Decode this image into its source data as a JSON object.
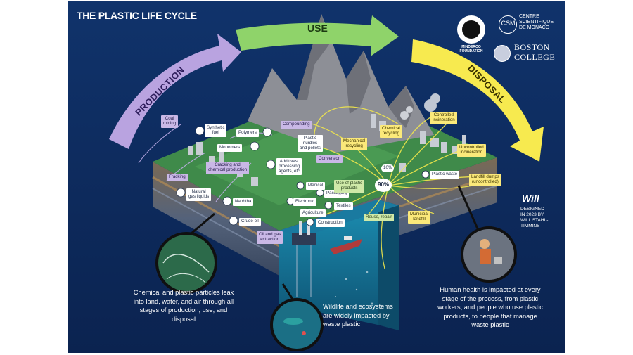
{
  "title": "THE PLASTIC LIFE CYCLE",
  "stages": {
    "production": "PRODUCTION",
    "use": "USE",
    "disposal": "DISPOSAL"
  },
  "logos": {
    "minderoo": "MINDEROO FOUNDATION",
    "csm_abbr": "CSM",
    "csm_name_1": "CENTRE",
    "csm_name_2": "SCIENTIFIQUE",
    "csm_name_3": "DE MONACO",
    "boston_1": "BOSTON",
    "boston_2": "COLLEGE"
  },
  "credit": {
    "signature": "Will",
    "line1": "DESIGNED",
    "line2": "IN 2023 BY",
    "line3": "WILL STAHL-",
    "line4": "TIMMINS"
  },
  "labels": {
    "coal_mining": [
      "Coal",
      "mining"
    ],
    "synthetic_fuel": [
      "Synthetic",
      "fuel"
    ],
    "polymers": "Polymers",
    "compounding": "Compounding",
    "monomers": "Monomers",
    "plastic_nurdles": [
      "Plastic",
      "nurdles",
      "and pellets"
    ],
    "mechanical_recycling": [
      "Mechanical",
      "recycling"
    ],
    "chemical_recycling": [
      "Chemical",
      "recycling"
    ],
    "controlled_incineration": [
      "Controlled",
      "incineration"
    ],
    "uncontrolled_incineration": [
      "Uncontrolled",
      "incineration"
    ],
    "cracking": [
      "Cracking and",
      "chemical production"
    ],
    "additives": [
      "Additives,",
      "processing",
      "agents, etc"
    ],
    "conversion": "Conversion",
    "fracking": "Fracking",
    "natural_gas": [
      "Natural",
      "gas liquids"
    ],
    "naphtha": "Naphtha",
    "crude_oil": "Crude oil",
    "oil_gas": [
      "Oil and gas",
      "extraction"
    ],
    "medical": "Medical",
    "packaging": "Packaging",
    "electronic": "Electronic",
    "textiles": "Textiles",
    "agriculture": "Agriculture",
    "construction": "Construction",
    "use_of_plastic": [
      "Use of plastic",
      "products"
    ],
    "pct_10": "10%",
    "pct_90": "90%",
    "plastic_waste": "Plastic waste",
    "landfill_dumps": [
      "Landfill dumps",
      "(uncontrolled)"
    ],
    "reuse": "Reuse, repair",
    "municipal_landfill": [
      "Municipal",
      "landfill"
    ]
  },
  "captions": {
    "left": [
      "Chemical and plastic particles leak",
      "into land, water, and air through all",
      "stages of production, use, and",
      "disposal"
    ],
    "middle": [
      "Wildlife and ecosystems",
      "are widely impacted by",
      "waste plastic"
    ],
    "right": [
      "Human health is impacted at every",
      "stage of the process, from plastic",
      "workers, and people who use plastic",
      "products, to people that manage",
      "waste plastic"
    ]
  },
  "colors": {
    "background": "#0f2a5c",
    "production_arrow": "#b9a3e0",
    "use_arrow": "#8fd36a",
    "disposal_arrow": "#f7ea4f",
    "flow_lines": "#f2e84b"
  }
}
